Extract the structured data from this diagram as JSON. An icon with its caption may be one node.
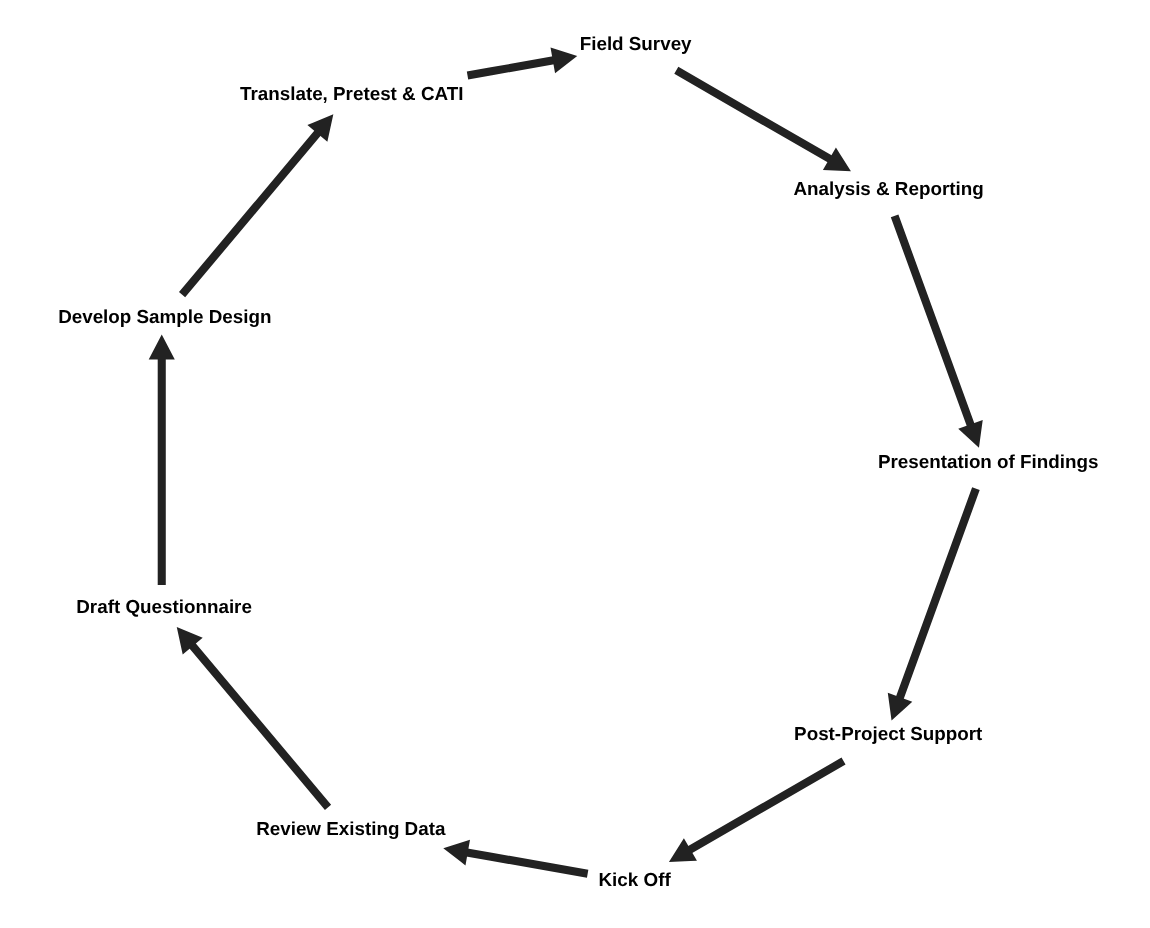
{
  "diagram": {
    "nodes": [
      {
        "text": [
          "Post-Project Support"
        ]
      },
      {
        "text": [
          "Kick Off"
        ]
      },
      {
        "text": [
          "Review Existing Data"
        ]
      },
      {
        "text": [
          "Draft Questionnaire"
        ]
      },
      {
        "text": [
          "Develop Sample Design"
        ]
      },
      {
        "text": [
          "Translate, Pretest & CATI"
        ]
      },
      {
        "text": [
          "Field Survey"
        ]
      },
      {
        "text": [
          "Analysis & Reporting"
        ]
      },
      {
        "text": [
          "Presentation of Findings"
        ]
      }
    ],
    "edges": [
      {
        "from": 0,
        "to": 1,
        "arrow": "to"
      },
      {
        "from": 1,
        "to": 2,
        "arrow": "to"
      },
      {
        "from": 2,
        "to": 3,
        "arrow": "to"
      },
      {
        "from": 3,
        "to": 4,
        "arrow": "to"
      },
      {
        "from": 4,
        "to": 5,
        "arrow": "to"
      },
      {
        "from": 5,
        "to": 6,
        "arrow": "to"
      },
      {
        "from": 6,
        "to": 7,
        "arrow": "to"
      },
      {
        "from": 7,
        "to": 8,
        "arrow": "to"
      },
      {
        "from": 8,
        "to": 0,
        "arrow": "to"
      }
    ]
  }
}
